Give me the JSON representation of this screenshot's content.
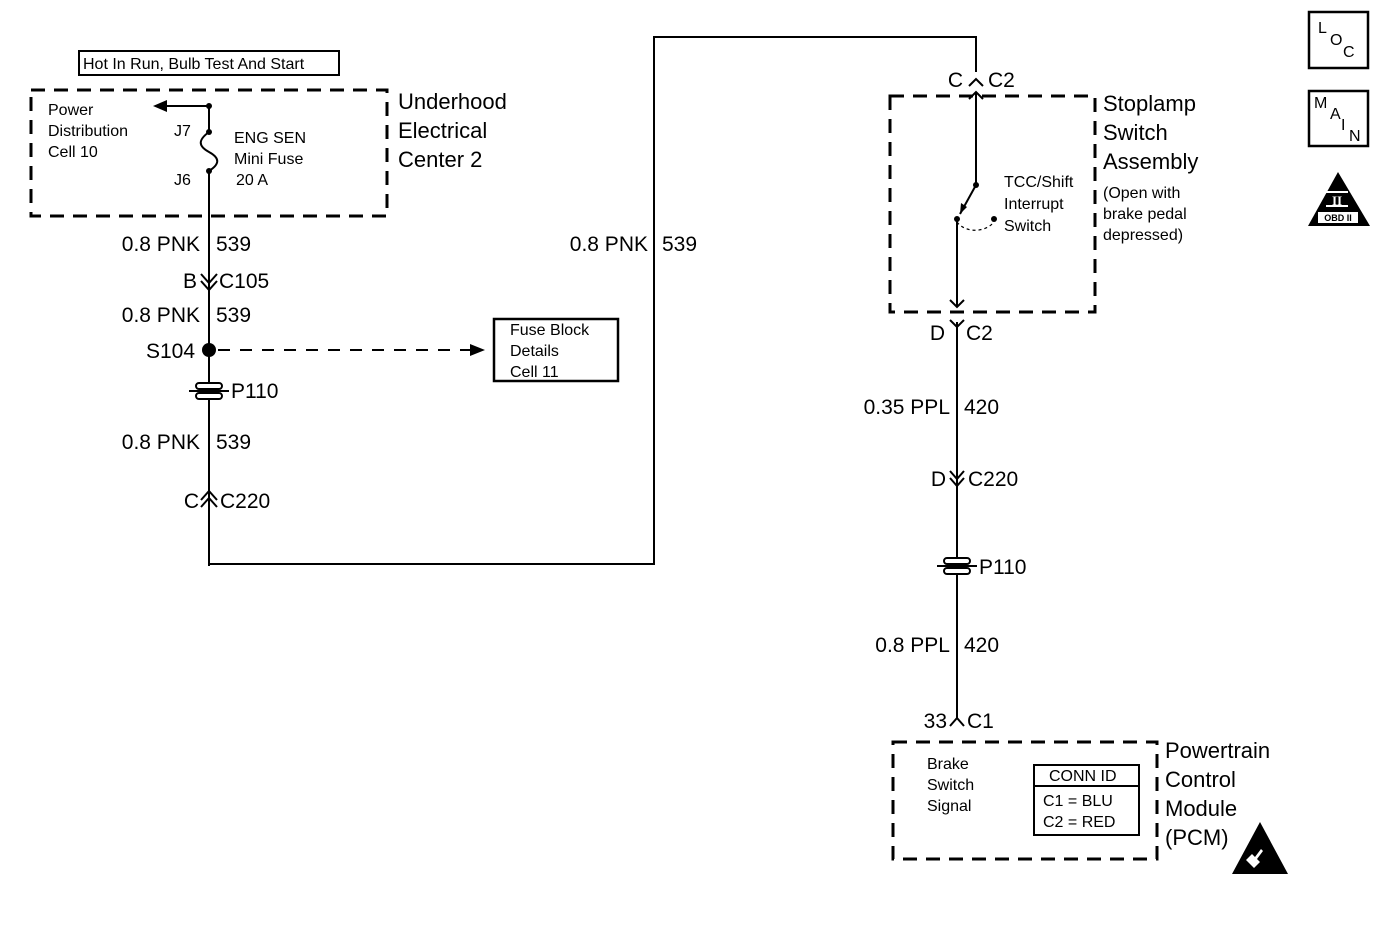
{
  "header_box": {
    "label": "Hot In Run, Bulb Test And Start"
  },
  "underhood": {
    "title_lines": [
      "Underhood",
      "Electrical",
      "Center 2"
    ],
    "power_dist_lines": [
      "Power",
      "Distribution",
      "Cell 10"
    ],
    "j7": "J7",
    "j6": "J6",
    "fuse_lines": [
      "ENG SEN",
      "Mini Fuse",
      "20 A"
    ]
  },
  "left_wires": {
    "w1": {
      "gauge_color": "0.8 PNK",
      "circuit": "539"
    },
    "c105": {
      "pin": "B",
      "conn": "C105"
    },
    "w2": {
      "gauge_color": "0.8 PNK",
      "circuit": "539"
    },
    "s104": "S104",
    "p110": "P110",
    "w3": {
      "gauge_color": "0.8 PNK",
      "circuit": "539"
    },
    "c220": {
      "pin": "C",
      "conn": "C220"
    }
  },
  "middle_wire": {
    "gauge_color": "0.8 PNK",
    "circuit": "539"
  },
  "fuse_block_ref": {
    "lines": [
      "Fuse Block",
      "Details",
      "Cell 11"
    ]
  },
  "stoplamp": {
    "top_conn": {
      "pin": "C",
      "conn": "C2"
    },
    "title_lines": [
      "Stoplamp",
      "Switch",
      "Assembly"
    ],
    "note_lines": [
      "(Open with",
      "brake pedal",
      "depressed)"
    ],
    "switch_lines": [
      "TCC/Shift",
      "Interrupt",
      "Switch"
    ],
    "bottom_conn": {
      "pin": "D",
      "conn": "C2"
    }
  },
  "right_wires": {
    "w1": {
      "gauge_color": "0.35 PPL",
      "circuit": "420"
    },
    "c220": {
      "pin": "D",
      "conn": "C220"
    },
    "p110": "P110",
    "w2": {
      "gauge_color": "0.8 PPL",
      "circuit": "420"
    },
    "c1": {
      "pin": "33",
      "conn": "C1"
    }
  },
  "pcm": {
    "title_lines": [
      "Powertrain",
      "Control",
      "Module",
      "(PCM)"
    ],
    "signal_lines": [
      "Brake",
      "Switch",
      "Signal"
    ],
    "conn_id": {
      "header": "CONN ID",
      "rows": [
        "C1 = BLU",
        "C2 = RED"
      ]
    }
  },
  "nav_icons": {
    "loc": {
      "chars": [
        "L",
        "O",
        "C"
      ]
    },
    "main": {
      "chars": [
        "M",
        "A",
        "I",
        "N"
      ]
    },
    "obd": {
      "numeral": "II",
      "label": "OBD II"
    }
  }
}
